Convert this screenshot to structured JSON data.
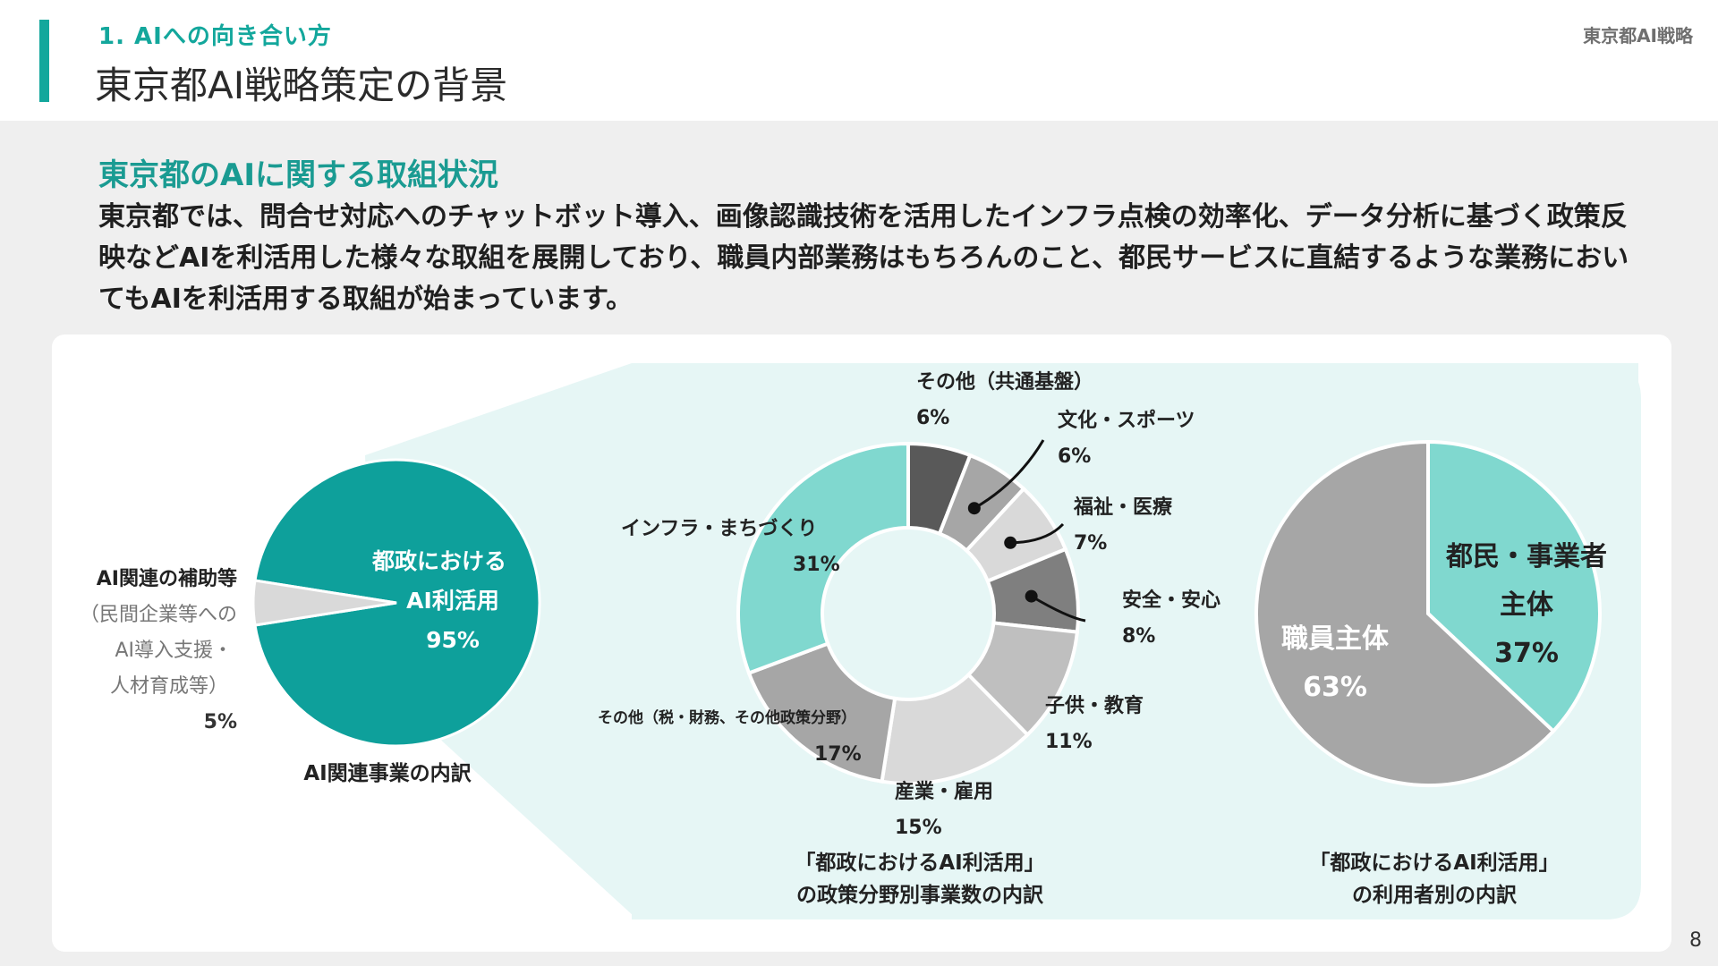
{
  "header": {
    "section": "1. AIへの向き合い方",
    "title": "東京都AI戦略策定の背景",
    "brand": "東京都AI戦略"
  },
  "subheading": "東京都のAIに関する取組状況",
  "body_text": "東京都では、問合せ対応へのチャットボット導入、画像認識技術を活用したインフラ点検の効率化、データ分析に基づく政策反映などAIを利活用した様々な取組を展開しており、職員内部業務はもちろんのこと、都民サービスに直結するような業務においてもAIを利活用する取組が始まっています。",
  "page_number": "8",
  "chart_data": [
    {
      "type": "pie",
      "caption": "AI関連事業の内訳",
      "slices": [
        {
          "label_lines": [
            "都政における",
            "AI利活用"
          ],
          "value": 95,
          "value_label": "95%",
          "color": "#0ea09b"
        },
        {
          "label_lines": [
            "AI関連の補助等",
            "（民間企業等への",
            "AI導入支援・",
            "人材育成等）"
          ],
          "value": 5,
          "value_label": "5%",
          "color": "#d9d9d9"
        }
      ]
    },
    {
      "type": "pie",
      "subtype": "donut",
      "caption_lines": [
        "「都政におけるAI利活用」",
        "の政策分野別事業数の内訳"
      ],
      "slices": [
        {
          "label": "その他（共通基盤）",
          "value": 6,
          "value_label": "6%",
          "color": "#595959"
        },
        {
          "label": "文化・スポーツ",
          "value": 6,
          "value_label": "6%",
          "color": "#a6a6a6"
        },
        {
          "label": "福祉・医療",
          "value": 7,
          "value_label": "7%",
          "color": "#d9d9d9"
        },
        {
          "label": "安全・安心",
          "value": 8,
          "value_label": "8%",
          "color": "#7f7f7f"
        },
        {
          "label": "子供・教育",
          "value": 11,
          "value_label": "11%",
          "color": "#bfbfbf"
        },
        {
          "label": "産業・雇用",
          "value": 15,
          "value_label": "15%",
          "color": "#d9d9d9"
        },
        {
          "label": "その他（税・財務、その他政策分野）",
          "value": 17,
          "value_label": "17%",
          "color": "#a6a6a6"
        },
        {
          "label": "インフラ・まちづくり",
          "value": 31,
          "value_label": "31%",
          "color": "#80d8cf"
        }
      ]
    },
    {
      "type": "pie",
      "caption_lines": [
        "「都政におけるAI利活用」",
        "の利用者別の内訳"
      ],
      "slices": [
        {
          "label_lines": [
            "都民・事業者",
            "主体"
          ],
          "value": 37,
          "value_label": "37%",
          "color": "#80d8cf"
        },
        {
          "label_lines": [
            "職員主体"
          ],
          "value": 63,
          "value_label": "63%",
          "color": "#a6a6a6"
        }
      ]
    }
  ]
}
